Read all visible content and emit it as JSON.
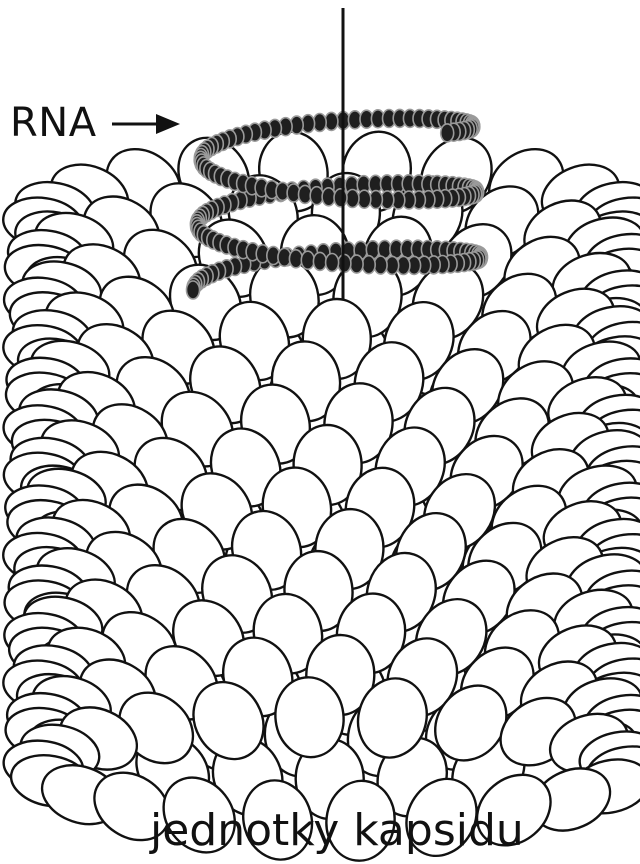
{
  "labels": {
    "rna": "RNA",
    "capsid_units": "jednotky kapsidu"
  },
  "colors": {
    "outline": "#111111",
    "fill": "#ffffff",
    "bead": "#1f1f1f",
    "bead_highlight": "#9a9a9a"
  },
  "icons": {
    "pointer": "arrow-right"
  }
}
